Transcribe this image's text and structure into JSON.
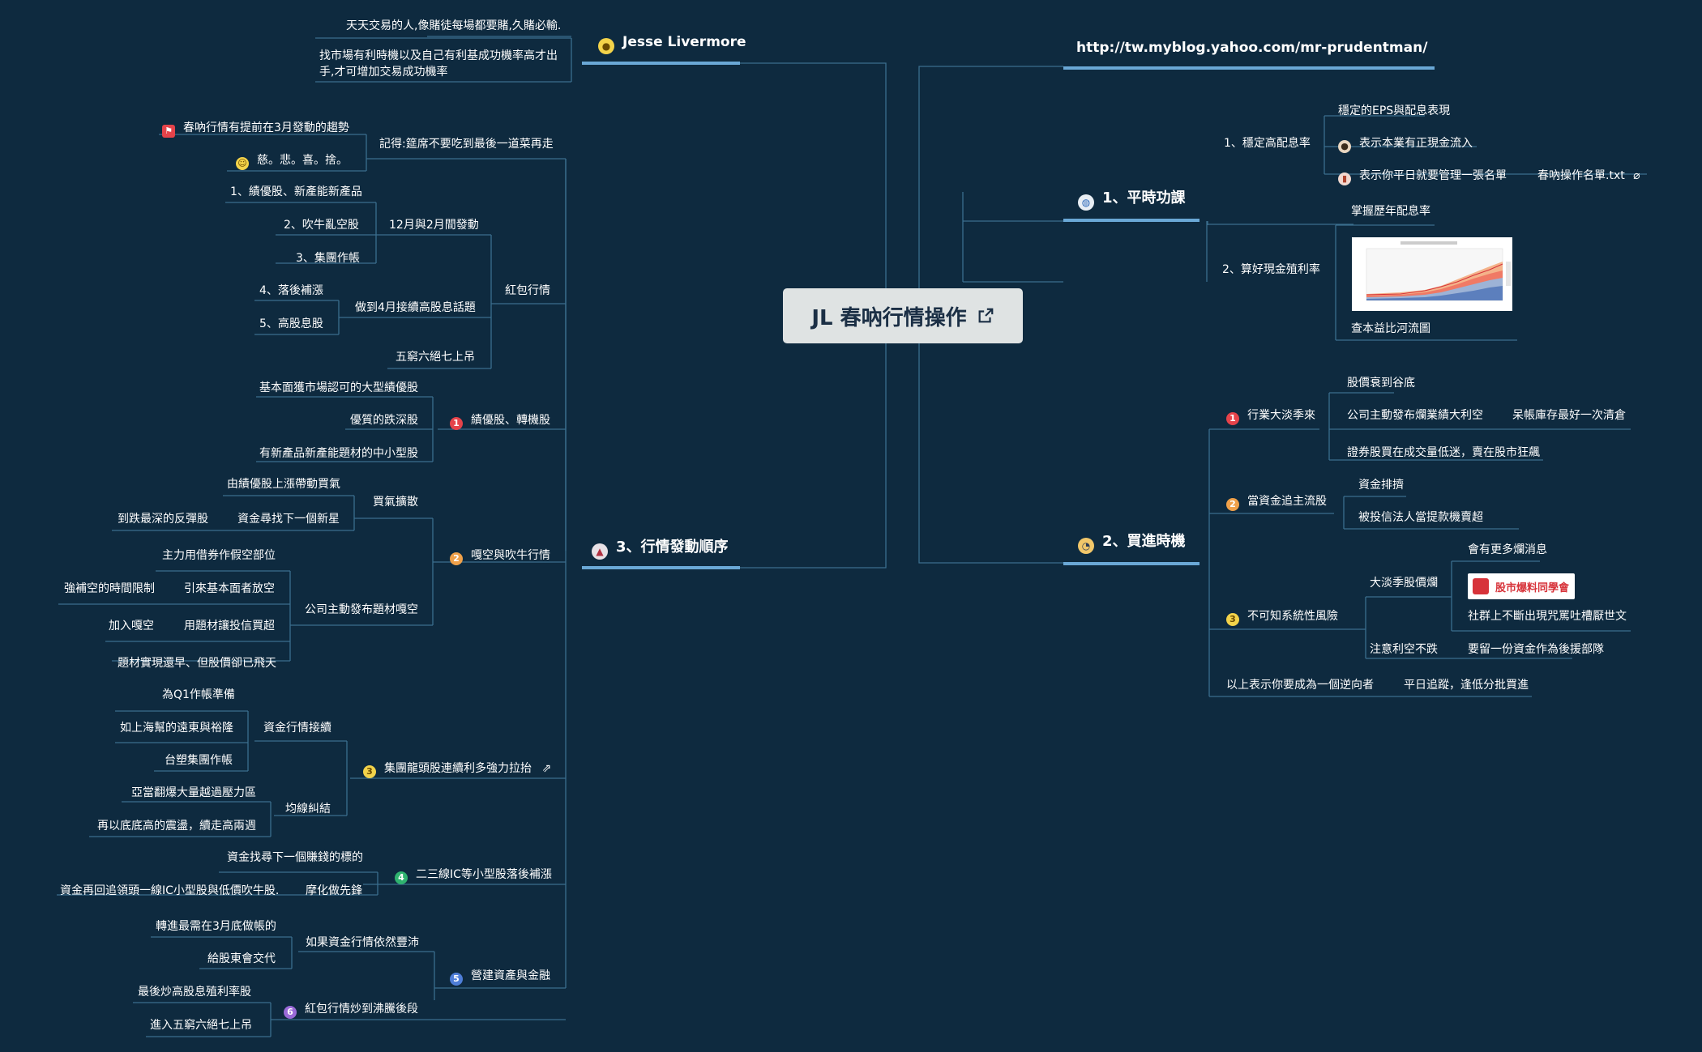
{
  "center": {
    "title": "JL 春吶行情操作"
  },
  "url": "http://tw.myblog.yahoo.com/mr-prudentman/",
  "jl": {
    "title": "Jesse Livermore",
    "quote1": "天天交易的人,像賭徒每場都要賭,久賭必輸.",
    "quote2": "找市場有利時機以及自己有利基成功機率高才出手,才可增加交易成功機率"
  },
  "daily": {
    "title": "1、平時功課",
    "b1": {
      "label": "1、穩定高配息率",
      "items": [
        "穩定的EPS與配息表現",
        "表示本業有正現金流入",
        "表示你平日就要管理一張名單"
      ],
      "file": "春吶操作名單.txt"
    },
    "b2": {
      "label": "2、算好現金殖利率",
      "items": [
        "掌握歷年配息率",
        "查本益比河流圖"
      ]
    }
  },
  "buy": {
    "title": "2、買進時機",
    "b1": {
      "label": "行業大淡季來",
      "items": [
        "股價衰到谷底",
        "公司主動發布爛業績大利空",
        "證券股買在成交量低迷，賣在股市狂飆"
      ],
      "sub": "呆帳庫存最好一次清倉"
    },
    "b2": {
      "label": "當資金追主流股",
      "items": [
        "資金排擠",
        "被投信法人當提款機賣超"
      ]
    },
    "b3": {
      "label": "不可知系統性風險",
      "g1": {
        "label": "大淡季股價爛",
        "items": [
          "會有更多爛消息",
          "社群上不斷出現咒罵吐槽厭世文"
        ]
      },
      "sticker": "股市爆料同學會",
      "g2": {
        "label": "注意利空不跌",
        "sub": "要留一份資金作為後援部隊"
      }
    },
    "b4": {
      "label": "以上表示你要成為一個逆向者",
      "sub": "平日追蹤，逢低分批買進"
    }
  },
  "seq": {
    "title": "3、行情發動順序",
    "top": {
      "label": "記得:筵席不要吃到最後一道菜再走",
      "items": [
        "春吶行情有提前在3月發動的趨勢",
        "慈。悲。喜。捨。"
      ]
    },
    "red": {
      "label": "紅包行情",
      "g1": {
        "label": "12月與2月間發動",
        "items": [
          "1、績優股、新產能新產品",
          "2、吹牛亂空股",
          "3、集團作帳"
        ]
      },
      "g2": {
        "label": "做到4月接續高股息話題",
        "items": [
          "4、落後補漲",
          "5、高股息股"
        ]
      },
      "g3": "五窮六絕七上吊"
    },
    "s1": {
      "label": "績優股、轉機股",
      "items": [
        "基本面獲市場認可的大型績優股",
        "優質的跌深股",
        "有新產品新產能題材的中小型股"
      ]
    },
    "s2": {
      "label": "嘎空與吹牛行情",
      "g1": {
        "label": "買氣擴散",
        "items": [
          "由績優股上漲帶動買氣",
          "資金尋找下一個新星"
        ],
        "sub": "到跌最深的反彈股"
      },
      "g2": {
        "label": "公司主動發布題材嘎空",
        "items": [
          "主力用借券作假空部位",
          "引來基本面者放空",
          "用題材讓投信買超",
          "題材實現還早、但股價卻已飛天"
        ],
        "subs": [
          "強補空的時間限制",
          "加入嘎空"
        ]
      }
    },
    "s3": {
      "label": "集團龍頭股連續利多強力拉抬",
      "g1": {
        "label": "資金行情接續",
        "items": [
          "為Q1作帳準備",
          "如上海幫的遠東與裕隆",
          "台塑集團作帳"
        ]
      },
      "g2": {
        "label": "均線糾結",
        "items": [
          "亞當翻爆大量越過壓力區",
          "再以底底高的震盪，續走高兩週"
        ]
      }
    },
    "s4": {
      "label": "二三線IC等小型股落後補漲",
      "items": [
        "資金找尋下一個賺錢的標的",
        "摩化做先鋒"
      ],
      "sub": "資金再回追領頭一線IC小型股與低價吹牛股."
    },
    "s5": {
      "label": "營建資產與金融",
      "g1": {
        "label": "如果資金行情依然豐沛",
        "items": [
          "轉進最需在3月底做帳的",
          "給股東會交代"
        ]
      }
    },
    "s6": {
      "label": "紅包行情炒到沸騰後段",
      "items": [
        "最後炒高股息殖利率股",
        "進入五窮六絕七上吊"
      ]
    }
  },
  "colors": {
    "background": "#0e2a3f",
    "line": "#3b6e8e",
    "accent": "#6aa8d6"
  },
  "icons": {
    "jl": "lightbulb-icon",
    "daily": "globe-icon",
    "buy": "clock-icon",
    "seq": "rocket-icon",
    "n1": "number-1-icon",
    "n2": "number-2-icon",
    "n3": "number-3-icon",
    "n4": "number-4-icon",
    "n5": "number-5-icon",
    "n6": "number-6-icon"
  }
}
